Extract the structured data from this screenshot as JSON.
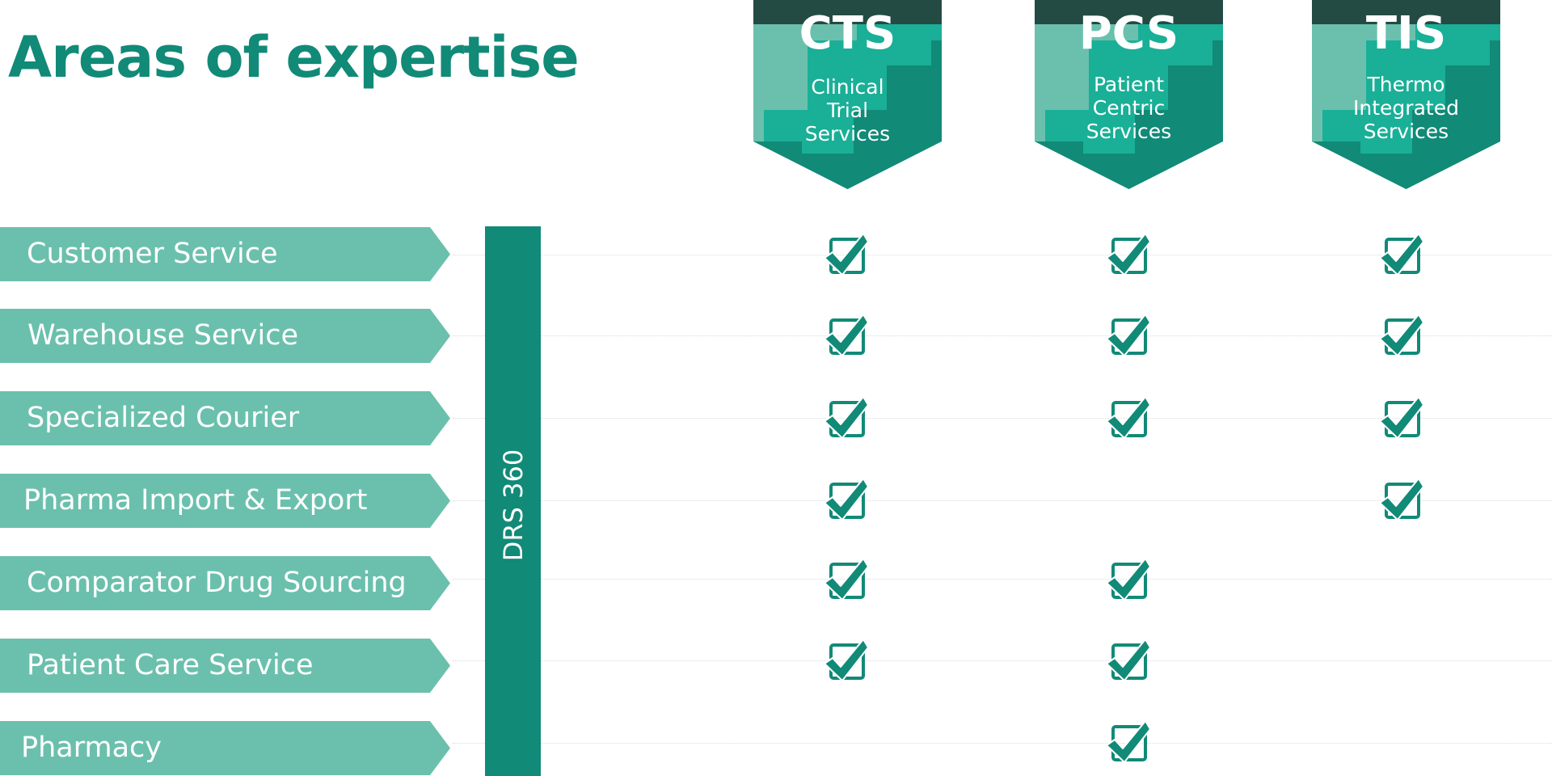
{
  "title": "Areas of expertise",
  "colors": {
    "primary": "#118a77",
    "label_bg": "#6bc0ad",
    "badge_cap": "#234b44",
    "badge_step_light": "#6bc0ad",
    "badge_step_mid": "#1aaf97"
  },
  "badges": [
    {
      "code": "CTS",
      "name_lines": [
        "Clinical",
        "Trial",
        "Services"
      ]
    },
    {
      "code": "PCS",
      "name_lines": [
        "Patient",
        "Centric",
        "Services"
      ]
    },
    {
      "code": "TIS",
      "name_lines": [
        "Thermo",
        "Integrated",
        "Services"
      ]
    }
  ],
  "drs_label": "DRS 360",
  "rows": [
    {
      "label": "Customer Service",
      "checks": [
        true,
        true,
        true
      ]
    },
    {
      "label": "Warehouse Service",
      "checks": [
        true,
        true,
        true
      ]
    },
    {
      "label": "Specialized Courier",
      "checks": [
        true,
        true,
        true
      ]
    },
    {
      "label": "Pharma Import & Export",
      "checks": [
        true,
        false,
        true
      ]
    },
    {
      "label": "Comparator Drug Sourcing",
      "checks": [
        true,
        true,
        false
      ]
    },
    {
      "label": "Patient Care Service",
      "checks": [
        true,
        true,
        false
      ]
    },
    {
      "label": "Pharmacy",
      "checks": [
        false,
        true,
        false
      ]
    }
  ],
  "icons": {
    "check": "checkmark-box-icon"
  }
}
